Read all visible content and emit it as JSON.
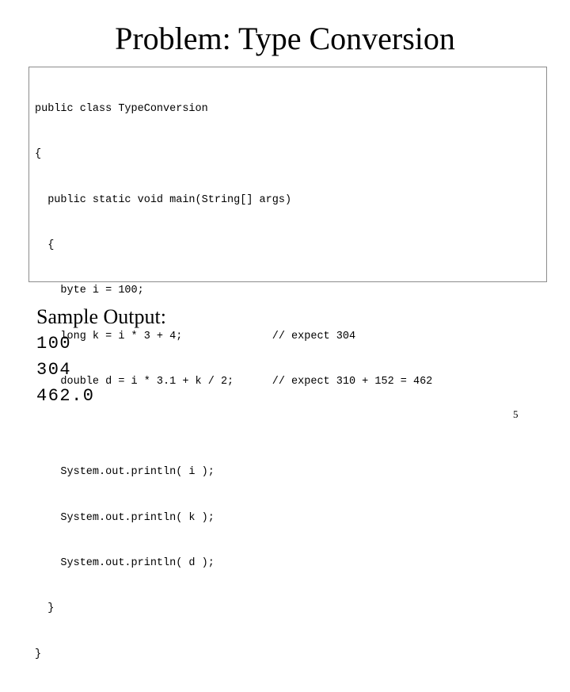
{
  "slide": {
    "title": "Problem: Type Conversion",
    "page_number": "5"
  },
  "code": {
    "lines": [
      "public class TypeConversion",
      "{",
      "  public static void main(String[] args)",
      "  {",
      "    byte i = 100;",
      "    long k = i * 3 + 4;              // expect 304",
      "    double d = i * 3.1 + k / 2;      // expect 310 + 152 = 462",
      "",
      "    System.out.println( i );",
      "    System.out.println( k );",
      "    System.out.println( d );",
      "  }",
      "}"
    ]
  },
  "sample_output": {
    "label": "Sample Output:",
    "lines": [
      "100",
      "304",
      "462.0"
    ]
  }
}
